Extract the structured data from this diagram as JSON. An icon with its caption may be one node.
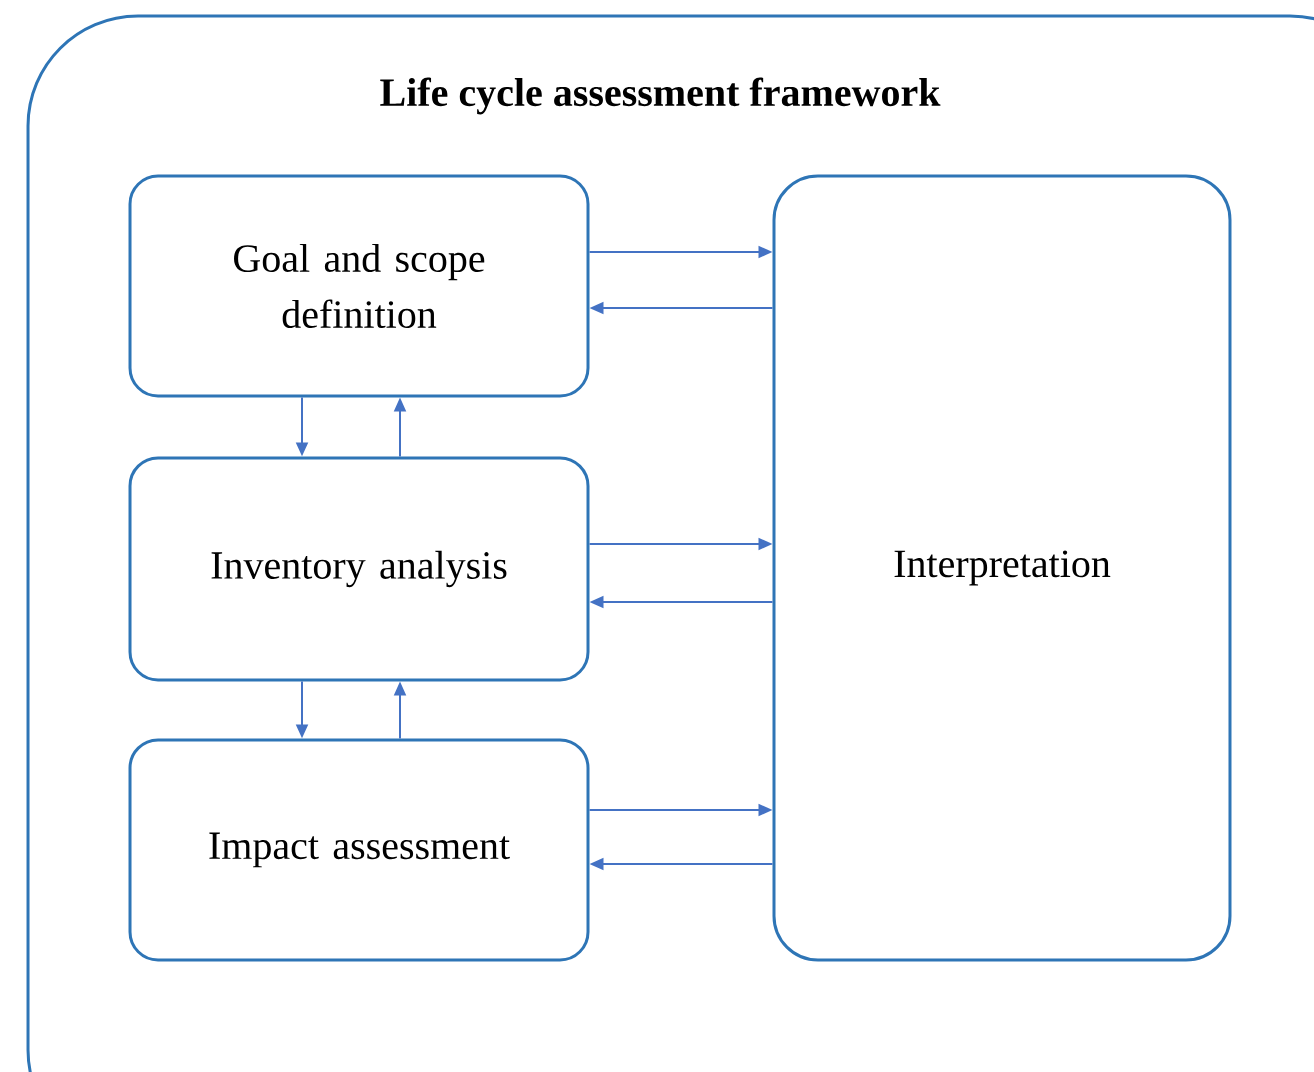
{
  "diagram": {
    "nodes": [
      {
        "text": [
          "Life cycle assessment framework"
        ]
      },
      {
        "text": [
          "Goal and scope definition"
        ],
        "in": 0
      },
      {
        "text": [
          "Inventory analysis"
        ],
        "in": 0
      },
      {
        "text": [
          "Impact assessment"
        ],
        "in": 0
      },
      {
        "text": [
          "Interpretation"
        ],
        "in": 0
      }
    ],
    "edges": [
      {
        "from": 1,
        "to": 4,
        "arrow": "to"
      },
      {
        "from": 4,
        "to": 1,
        "arrow": "to"
      },
      {
        "from": 1,
        "to": 2,
        "arrow": "to"
      },
      {
        "from": 2,
        "to": 1,
        "arrow": "to"
      },
      {
        "from": 2,
        "to": 4,
        "arrow": "to"
      },
      {
        "from": 4,
        "to": 2,
        "arrow": "to"
      },
      {
        "from": 2,
        "to": 3,
        "arrow": "to"
      },
      {
        "from": 3,
        "to": 2,
        "arrow": "to"
      },
      {
        "from": 3,
        "to": 4,
        "arrow": "to"
      },
      {
        "from": 4,
        "to": 3,
        "arrow": "to"
      }
    ]
  }
}
